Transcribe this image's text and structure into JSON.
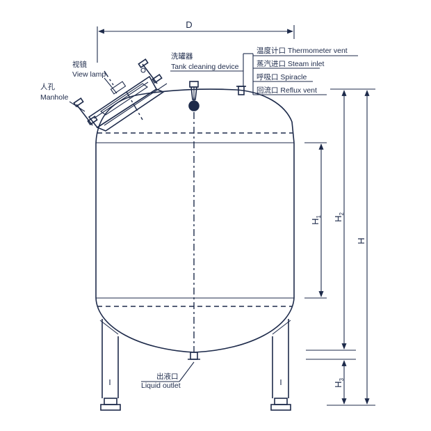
{
  "dimensions": {
    "d": "D",
    "h": "H",
    "h1": "H",
    "h1_sub": "1",
    "h2": "H",
    "h2_sub": "2",
    "h3": "H",
    "h3_sub": "3"
  },
  "labels": {
    "view_lamp_cn": "视镜",
    "view_lamp_en": "View lamp",
    "manhole_cn": "人孔",
    "manhole_en": "Manhole",
    "cleaning_cn": "洗罐器",
    "cleaning_en": "Tank cleaning device",
    "thermometer": "温度计口 Thermometer vent",
    "steam": "蒸汽进口 Steam inlet",
    "spiracle": "呼吸口 Spiracle",
    "reflux": "回流口 Reflux vent",
    "outlet_cn": "出液口",
    "outlet_en": "Liquid outlet"
  },
  "colors": {
    "line": "#1d2a4a",
    "background": "#ffffff"
  }
}
